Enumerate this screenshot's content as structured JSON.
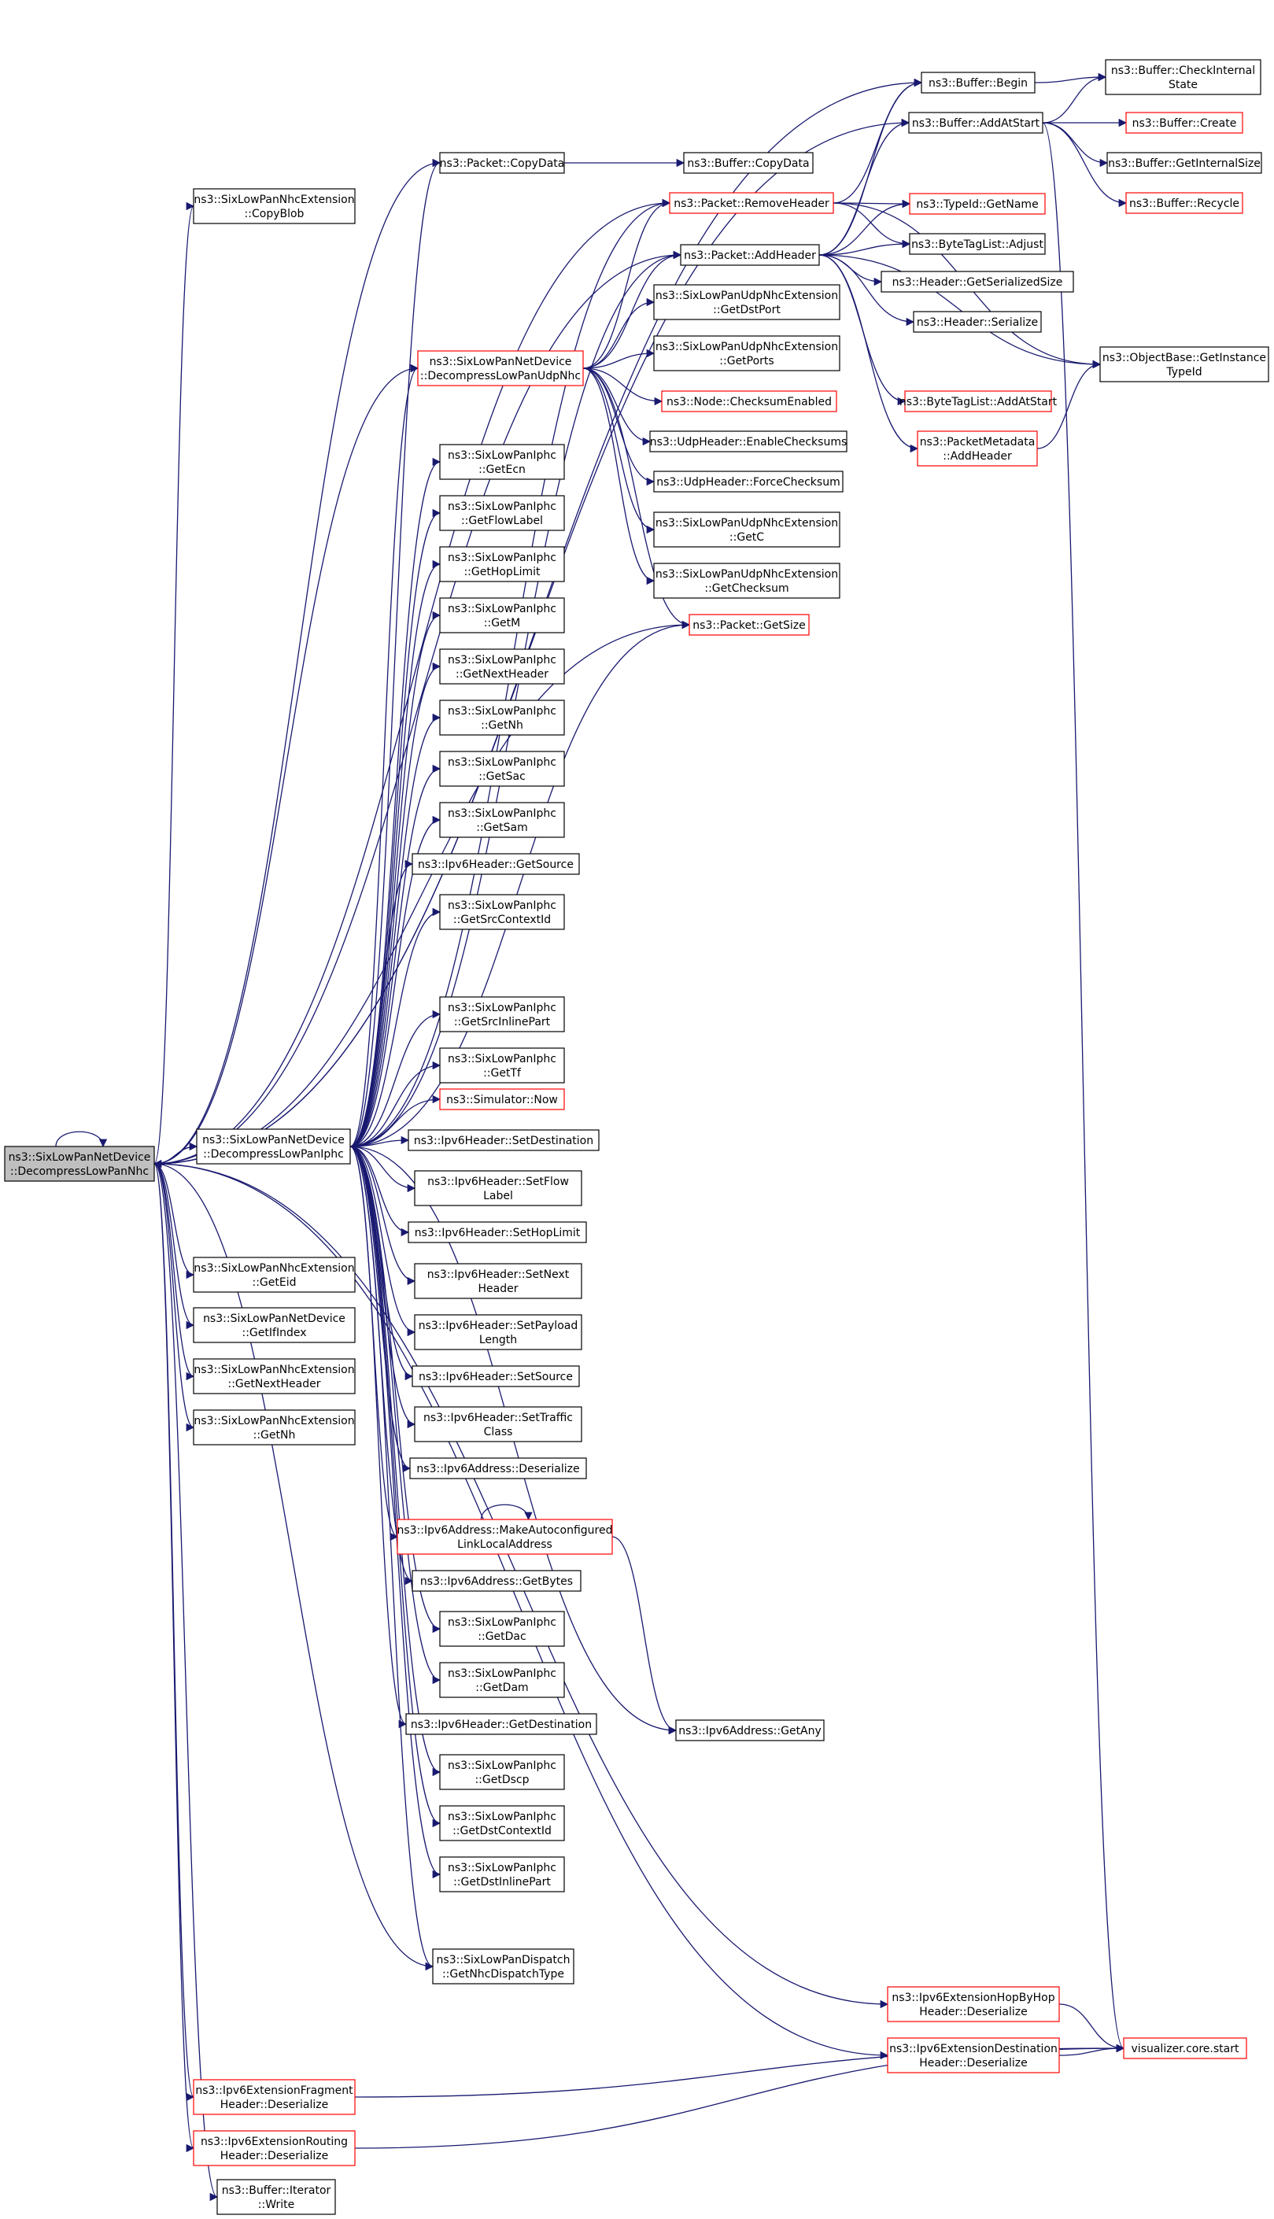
{
  "nodes": [
    {
      "id": "root",
      "lines": [
        "ns3::SixLowPanNetDevice",
        "::DecompressLowPanNhc"
      ],
      "style": "root"
    },
    {
      "id": "iphc",
      "lines": [
        "ns3::SixLowPanNetDevice",
        "::DecompressLowPanIphc"
      ],
      "style": "black"
    },
    {
      "id": "copyblob",
      "lines": [
        "ns3::SixLowPanNhcExtension",
        "::CopyBlob"
      ],
      "style": "black"
    },
    {
      "id": "nhc_geteid",
      "lines": [
        "ns3::SixLowPanNhcExtension",
        "::GetEid"
      ],
      "style": "black"
    },
    {
      "id": "getifindex",
      "lines": [
        "ns3::SixLowPanNetDevice",
        "::GetIfIndex"
      ],
      "style": "black"
    },
    {
      "id": "nhc_getnextheader",
      "lines": [
        "ns3::SixLowPanNhcExtension",
        "::GetNextHeader"
      ],
      "style": "black"
    },
    {
      "id": "nhc_getnh",
      "lines": [
        "ns3::SixLowPanNhcExtension",
        "::GetNh"
      ],
      "style": "black"
    },
    {
      "id": "frag_deser",
      "lines": [
        "ns3::Ipv6ExtensionFragment",
        "Header::Deserialize"
      ],
      "style": "red"
    },
    {
      "id": "routing_deser",
      "lines": [
        "ns3::Ipv6ExtensionRouting",
        "Header::Deserialize"
      ],
      "style": "red"
    },
    {
      "id": "iter_write",
      "lines": [
        "ns3::Buffer::Iterator",
        "::Write"
      ],
      "style": "black"
    },
    {
      "id": "pkt_copydata",
      "lines": [
        "ns3::Packet::CopyData"
      ],
      "style": "black"
    },
    {
      "id": "udpnhc",
      "lines": [
        "ns3::SixLowPanNetDevice",
        "::DecompressLowPanUdpNhc"
      ],
      "style": "red"
    },
    {
      "id": "iphc_getecn",
      "lines": [
        "ns3::SixLowPanIphc",
        "::GetEcn"
      ],
      "style": "black"
    },
    {
      "id": "iphc_getflowlabel",
      "lines": [
        "ns3::SixLowPanIphc",
        "::GetFlowLabel"
      ],
      "style": "black"
    },
    {
      "id": "iphc_gethoplimit",
      "lines": [
        "ns3::SixLowPanIphc",
        "::GetHopLimit"
      ],
      "style": "black"
    },
    {
      "id": "iphc_getm",
      "lines": [
        "ns3::SixLowPanIphc",
        "::GetM"
      ],
      "style": "black"
    },
    {
      "id": "iphc_getnextheader",
      "lines": [
        "ns3::SixLowPanIphc",
        "::GetNextHeader"
      ],
      "style": "black"
    },
    {
      "id": "iphc_getnh",
      "lines": [
        "ns3::SixLowPanIphc",
        "::GetNh"
      ],
      "style": "black"
    },
    {
      "id": "iphc_getsac",
      "lines": [
        "ns3::SixLowPanIphc",
        "::GetSac"
      ],
      "style": "black"
    },
    {
      "id": "iphc_getsam",
      "lines": [
        "ns3::SixLowPanIphc",
        "::GetSam"
      ],
      "style": "black"
    },
    {
      "id": "ipv6_getsource",
      "lines": [
        "ns3::Ipv6Header::GetSource"
      ],
      "style": "black"
    },
    {
      "id": "iphc_getsrcctx",
      "lines": [
        "ns3::SixLowPanIphc",
        "::GetSrcContextId"
      ],
      "style": "black"
    },
    {
      "id": "iphc_getsrcinline",
      "lines": [
        "ns3::SixLowPanIphc",
        "::GetSrcInlinePart"
      ],
      "style": "black"
    },
    {
      "id": "iphc_gettf",
      "lines": [
        "ns3::SixLowPanIphc",
        "::GetTf"
      ],
      "style": "black"
    },
    {
      "id": "sim_now",
      "lines": [
        "ns3::Simulator::Now"
      ],
      "style": "red"
    },
    {
      "id": "ipv6_setdest",
      "lines": [
        "ns3::Ipv6Header::SetDestination"
      ],
      "style": "black"
    },
    {
      "id": "ipv6_setflow",
      "lines": [
        "ns3::Ipv6Header::SetFlow",
        "Label"
      ],
      "style": "black"
    },
    {
      "id": "ipv6_sethop",
      "lines": [
        "ns3::Ipv6Header::SetHopLimit"
      ],
      "style": "black"
    },
    {
      "id": "ipv6_setnext",
      "lines": [
        "ns3::Ipv6Header::SetNext",
        "Header"
      ],
      "style": "black"
    },
    {
      "id": "ipv6_setpayload",
      "lines": [
        "ns3::Ipv6Header::SetPayload",
        "Length"
      ],
      "style": "black"
    },
    {
      "id": "ipv6_setsource",
      "lines": [
        "ns3::Ipv6Header::SetSource"
      ],
      "style": "black"
    },
    {
      "id": "ipv6_settraffic",
      "lines": [
        "ns3::Ipv6Header::SetTraffic",
        "Class"
      ],
      "style": "black"
    },
    {
      "id": "addr_deser",
      "lines": [
        "ns3::Ipv6Address::Deserialize"
      ],
      "style": "black"
    },
    {
      "id": "addr_makeauto",
      "lines": [
        "ns3::Ipv6Address::MakeAutoconfigured",
        "LinkLocalAddress"
      ],
      "style": "red"
    },
    {
      "id": "addr_getbytes",
      "lines": [
        "ns3::Ipv6Address::GetBytes"
      ],
      "style": "black"
    },
    {
      "id": "iphc_getdac",
      "lines": [
        "ns3::SixLowPanIphc",
        "::GetDac"
      ],
      "style": "black"
    },
    {
      "id": "iphc_getdam",
      "lines": [
        "ns3::SixLowPanIphc",
        "::GetDam"
      ],
      "style": "black"
    },
    {
      "id": "ipv6_getdest",
      "lines": [
        "ns3::Ipv6Header::GetDestination"
      ],
      "style": "black"
    },
    {
      "id": "iphc_getdscp",
      "lines": [
        "ns3::SixLowPanIphc",
        "::GetDscp"
      ],
      "style": "black"
    },
    {
      "id": "iphc_getdstctx",
      "lines": [
        "ns3::SixLowPanIphc",
        "::GetDstContextId"
      ],
      "style": "black"
    },
    {
      "id": "iphc_getdstinline",
      "lines": [
        "ns3::SixLowPanIphc",
        "::GetDstInlinePart"
      ],
      "style": "black"
    },
    {
      "id": "dispatch",
      "lines": [
        "ns3::SixLowPanDispatch",
        "::GetNhcDispatchType"
      ],
      "style": "black"
    },
    {
      "id": "hbh_deser",
      "lines": [
        "ns3::Ipv6ExtensionHopByHop",
        "Header::Deserialize"
      ],
      "style": "red"
    },
    {
      "id": "dst_deser",
      "lines": [
        "ns3::Ipv6ExtensionDestination",
        "Header::Deserialize"
      ],
      "style": "red"
    },
    {
      "id": "buf_copydata",
      "lines": [
        "ns3::Buffer::CopyData"
      ],
      "style": "black"
    },
    {
      "id": "pkt_removeheader",
      "lines": [
        "ns3::Packet::RemoveHeader"
      ],
      "style": "red"
    },
    {
      "id": "pkt_addheader",
      "lines": [
        "ns3::Packet::AddHeader"
      ],
      "style": "black"
    },
    {
      "id": "udp_getdstport",
      "lines": [
        "ns3::SixLowPanUdpNhcExtension",
        "::GetDstPort"
      ],
      "style": "black"
    },
    {
      "id": "udp_getports",
      "lines": [
        "ns3::SixLowPanUdpNhcExtension",
        "::GetPorts"
      ],
      "style": "black"
    },
    {
      "id": "node_checksum",
      "lines": [
        "ns3::Node::ChecksumEnabled"
      ],
      "style": "red"
    },
    {
      "id": "udph_enable",
      "lines": [
        "ns3::UdpHeader::EnableChecksums"
      ],
      "style": "black"
    },
    {
      "id": "udph_force",
      "lines": [
        "ns3::UdpHeader::ForceChecksum"
      ],
      "style": "black"
    },
    {
      "id": "udp_getc",
      "lines": [
        "ns3::SixLowPanUdpNhcExtension",
        "::GetC"
      ],
      "style": "black"
    },
    {
      "id": "udp_getchecksum",
      "lines": [
        "ns3::SixLowPanUdpNhcExtension",
        "::GetChecksum"
      ],
      "style": "black"
    },
    {
      "id": "pkt_getsize",
      "lines": [
        "ns3::Packet::GetSize"
      ],
      "style": "red"
    },
    {
      "id": "addr_getany",
      "lines": [
        "ns3::Ipv6Address::GetAny"
      ],
      "style": "black"
    },
    {
      "id": "buf_begin",
      "lines": [
        "ns3::Buffer::Begin"
      ],
      "style": "black"
    },
    {
      "id": "buf_addatstart",
      "lines": [
        "ns3::Buffer::AddAtStart"
      ],
      "style": "black"
    },
    {
      "id": "typeid_getname",
      "lines": [
        "ns3::TypeId::GetName"
      ],
      "style": "red"
    },
    {
      "id": "btl_adjust",
      "lines": [
        "ns3::ByteTagList::Adjust"
      ],
      "style": "black"
    },
    {
      "id": "hdr_getsersize",
      "lines": [
        "ns3::Header::GetSerializedSize"
      ],
      "style": "black"
    },
    {
      "id": "hdr_serialize",
      "lines": [
        "ns3::Header::Serialize"
      ],
      "style": "black"
    },
    {
      "id": "btl_addatstart",
      "lines": [
        "ns3::ByteTagList::AddAtStart"
      ],
      "style": "red"
    },
    {
      "id": "pm_addheader",
      "lines": [
        "ns3::PacketMetadata",
        "::AddHeader"
      ],
      "style": "red"
    },
    {
      "id": "buf_checkinternal",
      "lines": [
        "ns3::Buffer::CheckInternal",
        "State"
      ],
      "style": "black"
    },
    {
      "id": "buf_create",
      "lines": [
        "ns3::Buffer::Create"
      ],
      "style": "red"
    },
    {
      "id": "buf_getinternalsize",
      "lines": [
        "ns3::Buffer::GetInternalSize"
      ],
      "style": "black"
    },
    {
      "id": "buf_recycle",
      "lines": [
        "ns3::Buffer::Recycle"
      ],
      "style": "red"
    },
    {
      "id": "ob_getinstance",
      "lines": [
        "ns3::ObjectBase::GetInstance",
        "TypeId"
      ],
      "style": "black"
    },
    {
      "id": "viz_start",
      "lines": [
        "visualizer.core.start"
      ],
      "style": "red"
    }
  ],
  "edges": [
    [
      "root",
      "root"
    ],
    [
      "root",
      "iphc"
    ],
    [
      "iphc",
      "root"
    ],
    [
      "root",
      "buf_begin"
    ],
    [
      "root",
      "buf_addatstart"
    ],
    [
      "root",
      "pkt_copydata"
    ],
    [
      "root",
      "copyblob"
    ],
    [
      "root",
      "pkt_removeheader"
    ],
    [
      "root",
      "pkt_addheader"
    ],
    [
      "root",
      "udpnhc"
    ],
    [
      "root",
      "pkt_getsize"
    ],
    [
      "root",
      "nhc_geteid"
    ],
    [
      "root",
      "getifindex"
    ],
    [
      "root",
      "nhc_getnextheader"
    ],
    [
      "root",
      "nhc_getnh"
    ],
    [
      "root",
      "dst_deser"
    ],
    [
      "root",
      "frag_deser"
    ],
    [
      "root",
      "routing_deser"
    ],
    [
      "root",
      "iter_write"
    ],
    [
      "root",
      "dispatch"
    ],
    [
      "root",
      "hbh_deser"
    ],
    [
      "iphc",
      "pkt_copydata"
    ],
    [
      "iphc",
      "pkt_removeheader"
    ],
    [
      "iphc",
      "pkt_addheader"
    ],
    [
      "iphc",
      "udpnhc"
    ],
    [
      "iphc",
      "iphc_getecn"
    ],
    [
      "iphc",
      "iphc_getflowlabel"
    ],
    [
      "iphc",
      "iphc_gethoplimit"
    ],
    [
      "iphc",
      "iphc_getm"
    ],
    [
      "iphc",
      "iphc_getnextheader"
    ],
    [
      "iphc",
      "iphc_getnh"
    ],
    [
      "iphc",
      "iphc_getsac"
    ],
    [
      "iphc",
      "iphc_getsam"
    ],
    [
      "iphc",
      "ipv6_getsource"
    ],
    [
      "iphc",
      "iphc_getsrcctx"
    ],
    [
      "iphc",
      "pkt_getsize"
    ],
    [
      "iphc",
      "iphc_getsrcinline"
    ],
    [
      "iphc",
      "iphc_gettf"
    ],
    [
      "iphc",
      "sim_now"
    ],
    [
      "iphc",
      "ipv6_setdest"
    ],
    [
      "iphc",
      "ipv6_setflow"
    ],
    [
      "iphc",
      "ipv6_sethop"
    ],
    [
      "iphc",
      "ipv6_setnext"
    ],
    [
      "iphc",
      "ipv6_setpayload"
    ],
    [
      "iphc",
      "ipv6_setsource"
    ],
    [
      "iphc",
      "ipv6_settraffic"
    ],
    [
      "iphc",
      "addr_deser"
    ],
    [
      "iphc",
      "addr_makeauto"
    ],
    [
      "iphc",
      "addr_getbytes"
    ],
    [
      "iphc",
      "iphc_getdac"
    ],
    [
      "iphc",
      "iphc_getdam"
    ],
    [
      "iphc",
      "ipv6_getdest"
    ],
    [
      "iphc",
      "iphc_getdscp"
    ],
    [
      "iphc",
      "iphc_getdstctx"
    ],
    [
      "iphc",
      "iphc_getdstinline"
    ],
    [
      "iphc",
      "addr_getany"
    ],
    [
      "iphc",
      "dispatch"
    ],
    [
      "addr_makeauto",
      "addr_makeauto"
    ],
    [
      "addr_makeauto",
      "addr_getany"
    ],
    [
      "pkt_copydata",
      "buf_copydata"
    ],
    [
      "udpnhc",
      "pkt_removeheader"
    ],
    [
      "udpnhc",
      "pkt_addheader"
    ],
    [
      "udpnhc",
      "udp_getdstport"
    ],
    [
      "udpnhc",
      "udp_getports"
    ],
    [
      "udpnhc",
      "node_checksum"
    ],
    [
      "udpnhc",
      "udph_enable"
    ],
    [
      "udpnhc",
      "udph_force"
    ],
    [
      "udpnhc",
      "udp_getc"
    ],
    [
      "udpnhc",
      "udp_getchecksum"
    ],
    [
      "udpnhc",
      "pkt_getsize"
    ],
    [
      "pkt_removeheader",
      "buf_begin"
    ],
    [
      "pkt_removeheader",
      "typeid_getname"
    ],
    [
      "pkt_removeheader",
      "btl_adjust"
    ],
    [
      "pkt_removeheader",
      "ob_getinstance"
    ],
    [
      "pkt_addheader",
      "buf_begin"
    ],
    [
      "pkt_addheader",
      "buf_addatstart"
    ],
    [
      "pkt_addheader",
      "typeid_getname"
    ],
    [
      "pkt_addheader",
      "btl_adjust"
    ],
    [
      "pkt_addheader",
      "hdr_getsersize"
    ],
    [
      "pkt_addheader",
      "hdr_serialize"
    ],
    [
      "pkt_addheader",
      "ob_getinstance"
    ],
    [
      "pkt_addheader",
      "btl_addatstart"
    ],
    [
      "pkt_addheader",
      "pm_addheader"
    ],
    [
      "pm_addheader",
      "ob_getinstance"
    ],
    [
      "buf_begin",
      "buf_checkinternal"
    ],
    [
      "buf_addatstart",
      "buf_checkinternal"
    ],
    [
      "buf_addatstart",
      "buf_create"
    ],
    [
      "buf_addatstart",
      "buf_getinternalsize"
    ],
    [
      "buf_addatstart",
      "buf_recycle"
    ],
    [
      "buf_addatstart",
      "viz_start"
    ],
    [
      "hbh_deser",
      "viz_start"
    ],
    [
      "dst_deser",
      "viz_start"
    ],
    [
      "frag_deser",
      "viz_start"
    ],
    [
      "routing_deser",
      "viz_start"
    ]
  ]
}
